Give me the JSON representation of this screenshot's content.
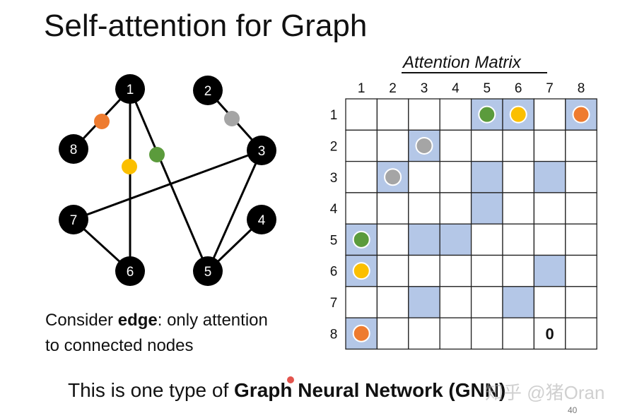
{
  "title": "Self-attention for Graph",
  "graph": {
    "nodes": [
      "1",
      "2",
      "3",
      "4",
      "5",
      "6",
      "7",
      "8"
    ],
    "edge_colors": {
      "orange": "#ee7b2f",
      "gray": "#a5a5a5",
      "yellow": "#fbbf00",
      "green": "#5b9b3c"
    }
  },
  "matrix": {
    "title": "Attention Matrix",
    "col_labels": [
      "1",
      "2",
      "3",
      "4",
      "5",
      "6",
      "7",
      "8"
    ],
    "row_labels": [
      "1",
      "2",
      "3",
      "4",
      "5",
      "6",
      "7",
      "8"
    ],
    "highlight_color": "#b4c7e7",
    "highlighted_cells": [
      [
        1,
        5
      ],
      [
        1,
        6
      ],
      [
        1,
        8
      ],
      [
        2,
        3
      ],
      [
        3,
        2
      ],
      [
        3,
        5
      ],
      [
        3,
        7
      ],
      [
        4,
        5
      ],
      [
        5,
        1
      ],
      [
        5,
        3
      ],
      [
        5,
        4
      ],
      [
        6,
        1
      ],
      [
        6,
        7
      ],
      [
        7,
        3
      ],
      [
        7,
        6
      ],
      [
        8,
        1
      ]
    ],
    "dot_cells": [
      {
        "row": 1,
        "col": 5,
        "color": "green"
      },
      {
        "row": 1,
        "col": 6,
        "color": "yellow"
      },
      {
        "row": 1,
        "col": 8,
        "color": "orange"
      },
      {
        "row": 2,
        "col": 3,
        "color": "gray"
      },
      {
        "row": 3,
        "col": 2,
        "color": "gray"
      },
      {
        "row": 5,
        "col": 1,
        "color": "green"
      },
      {
        "row": 6,
        "col": 1,
        "color": "yellow"
      },
      {
        "row": 8,
        "col": 1,
        "color": "orange"
      }
    ],
    "zero_label": "0"
  },
  "caption": {
    "prefix": "Consider ",
    "bold": "edge",
    "suffix_line1": ": only attention",
    "line2": "to connected nodes"
  },
  "bottom": {
    "prefix": "This is one type of ",
    "bold": "Graph Neural Network (GNN)"
  },
  "watermark": "知乎 @猪Oran",
  "page_number": "40"
}
